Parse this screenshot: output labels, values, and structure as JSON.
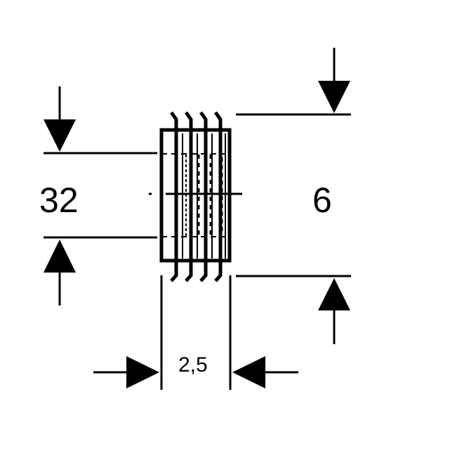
{
  "dimensions": {
    "outer_diameter": "32",
    "inner_diameter": "6",
    "thickness": "2,5"
  },
  "colors": {
    "line": "#000000",
    "background": "#ffffff"
  }
}
